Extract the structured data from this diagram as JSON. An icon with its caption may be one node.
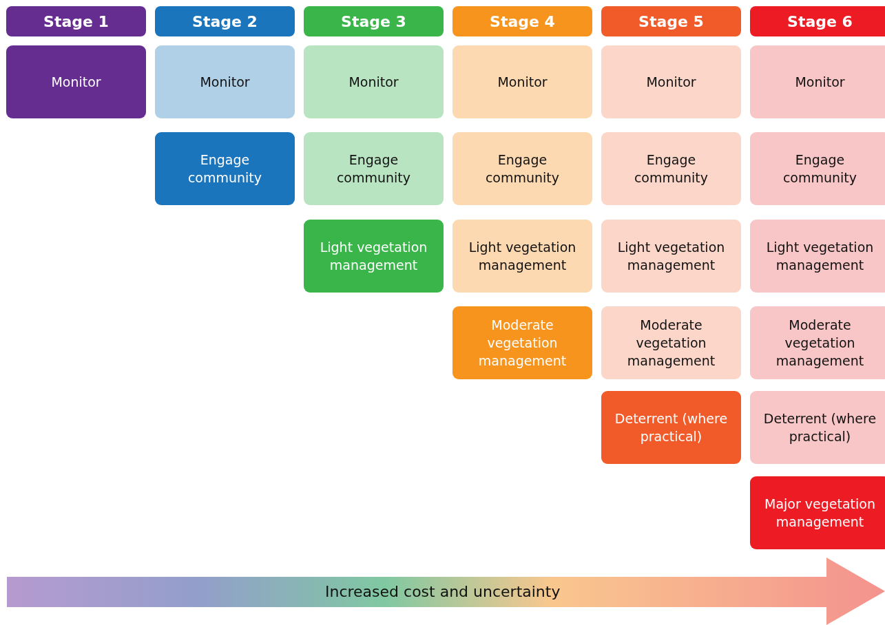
{
  "diagram": {
    "nodes": [
      {
        "text": [
          "Stage 1"
        ]
      },
      {
        "text": [
          "Stage 2"
        ]
      },
      {
        "text": [
          "Stage 3"
        ]
      },
      {
        "text": [
          "Stage 4"
        ]
      },
      {
        "text": [
          "Stage 5"
        ]
      },
      {
        "text": [
          "Stage 6"
        ]
      },
      {
        "text": [
          "Monitor"
        ]
      },
      {
        "text": [
          "Monitor"
        ]
      },
      {
        "text": [
          "Monitor"
        ]
      },
      {
        "text": [
          "Monitor"
        ]
      },
      {
        "text": [
          "Monitor"
        ]
      },
      {
        "text": [
          "Monitor"
        ]
      },
      {
        "text": [
          "Engage community"
        ]
      },
      {
        "text": [
          "Engage community"
        ]
      },
      {
        "text": [
          "Engage community"
        ]
      },
      {
        "text": [
          "Engage community"
        ]
      },
      {
        "text": [
          "Engage community"
        ]
      },
      {
        "text": [
          "Light vegetation management"
        ]
      },
      {
        "text": [
          "Light vegetation management"
        ]
      },
      {
        "text": [
          "Light vegetation management"
        ]
      },
      {
        "text": [
          "Light vegetation management"
        ]
      },
      {
        "text": [
          "Moderate vegetation management"
        ]
      },
      {
        "text": [
          "Moderate vegetation management"
        ]
      },
      {
        "text": [
          "Moderate vegetation management"
        ]
      },
      {
        "text": [
          "Deterrent (where practical)"
        ]
      },
      {
        "text": [
          "Deterrent (where practical)"
        ]
      },
      {
        "text": [
          "Major vegetation management"
        ]
      },
      {
        "text": [
          "Increased cost and uncertainty"
        ]
      }
    ]
  }
}
